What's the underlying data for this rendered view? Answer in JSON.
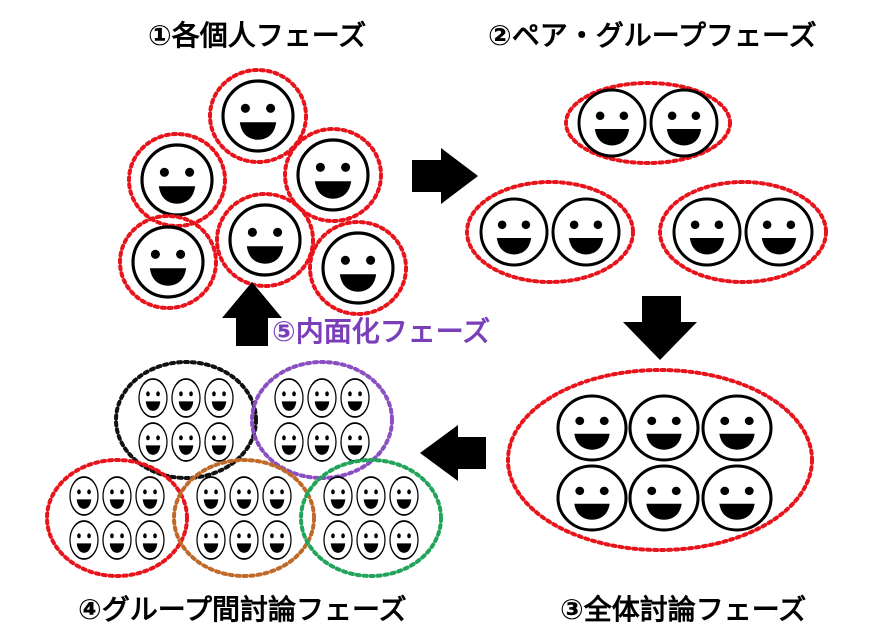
{
  "phases": {
    "individual": "①各個人フェーズ",
    "pair_group": "②ペア・グループフェーズ",
    "whole_discussion": "③全体討論フェーズ",
    "inter_group": "④グループ間討論フェーズ",
    "internalization": "⑤内面化フェーズ"
  },
  "colors": {
    "dotted_red": "#e8141c",
    "dotted_black": "#111111",
    "dotted_purple": "#8a4fc0",
    "dotted_orange": "#c06a2a",
    "dotted_green": "#22a45a",
    "internalization_text": "#7a3fb8",
    "arrow": "#000000"
  },
  "icons": {
    "face": "smiley-face-icon",
    "arrow": "block-arrow-icon"
  }
}
